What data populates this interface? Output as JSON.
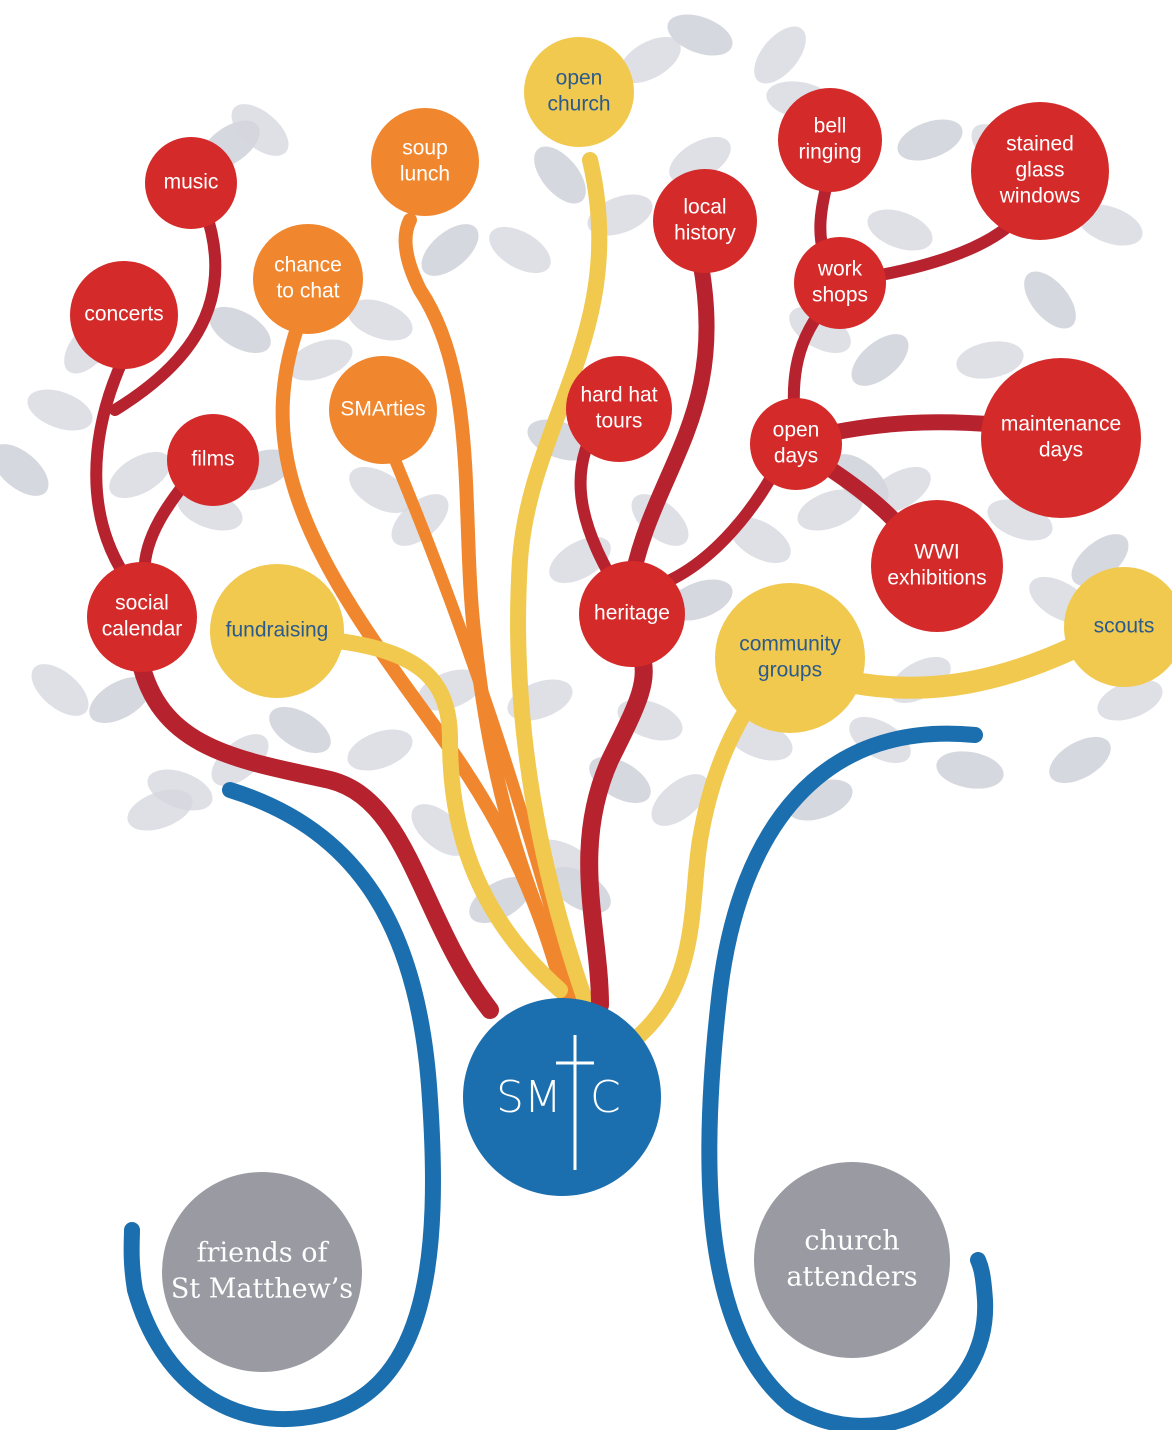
{
  "colors": {
    "red": "#d42a2a",
    "orange": "#f0872e",
    "yellow": "#f0c94e",
    "blue": "#1b6fae",
    "grey": "#9a9aa3",
    "leaf": "#d4d6dd",
    "branch_red": "#b7222f",
    "node_text_light": "#ffffff",
    "node_text_dark": "#2c5a8c"
  },
  "logo": {
    "left": "SM",
    "right": "C"
  },
  "nodes": {
    "music": [
      "music"
    ],
    "concerts": [
      "concerts"
    ],
    "films": [
      "films"
    ],
    "social_calendar": [
      "social",
      "calendar"
    ],
    "soup_lunch": [
      "soup",
      "lunch"
    ],
    "chance_to_chat": [
      "chance",
      "to chat"
    ],
    "smarties": [
      "SMArties"
    ],
    "fundraising": [
      "fundraising"
    ],
    "open_church": [
      "open",
      "church"
    ],
    "local_history": [
      "local",
      "history"
    ],
    "hard_hat_tours": [
      "hard hat",
      "tours"
    ],
    "heritage": [
      "heritage"
    ],
    "bell_ringing": [
      "bell",
      "ringing"
    ],
    "stained_glass_windows": [
      "stained",
      "glass",
      "windows"
    ],
    "work_shops": [
      "work",
      "shops"
    ],
    "open_days": [
      "open",
      "days"
    ],
    "maintenance_days": [
      "maintenance",
      "days"
    ],
    "wwi_exhibitions": [
      "WWI",
      "exhibitions"
    ],
    "community_groups": [
      "community",
      "groups"
    ],
    "scouts": [
      "scouts"
    ]
  },
  "base": {
    "friends": [
      "friends of",
      "St Matthew’s"
    ],
    "attenders": [
      "church",
      "attenders"
    ]
  }
}
